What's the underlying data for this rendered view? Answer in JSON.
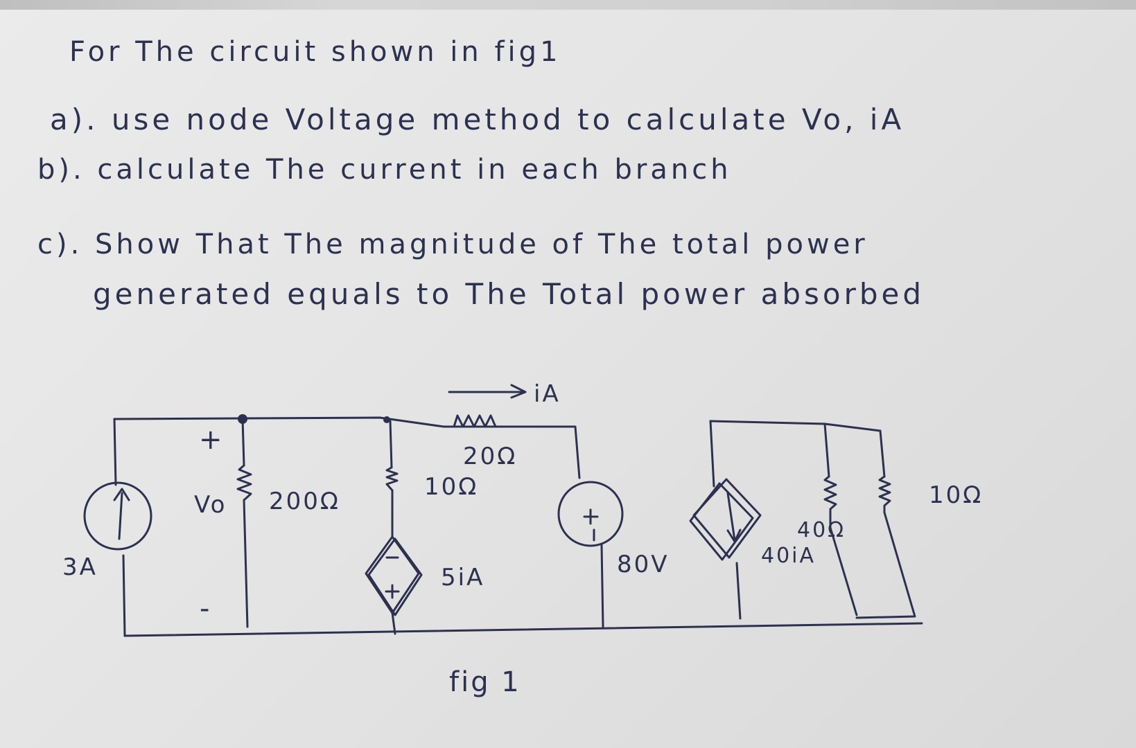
{
  "problem": {
    "intro": "For The circuit shown in fig1",
    "part_a": "a). use node Voltage method to calculate Vo, iA",
    "part_b": "b). calculate The current in each branch",
    "part_c_line1": "c). Show That The magnitude of The total power",
    "part_c_line2": "generated equals to The Total power absorbed"
  },
  "circuit": {
    "current_label": "iA",
    "plus_sign": "+",
    "minus_sign": "-",
    "vo_label": "Vo",
    "r_200": "200Ω",
    "r_10_left": "10Ω",
    "r_20": "20Ω",
    "source_3a": "3A",
    "dep_vsrc": "5iA",
    "vsrc_80": "80V",
    "dep_csrc": "40iA",
    "r_40": "40Ω",
    "r_10_right": "10Ω",
    "caption": "fig 1"
  }
}
